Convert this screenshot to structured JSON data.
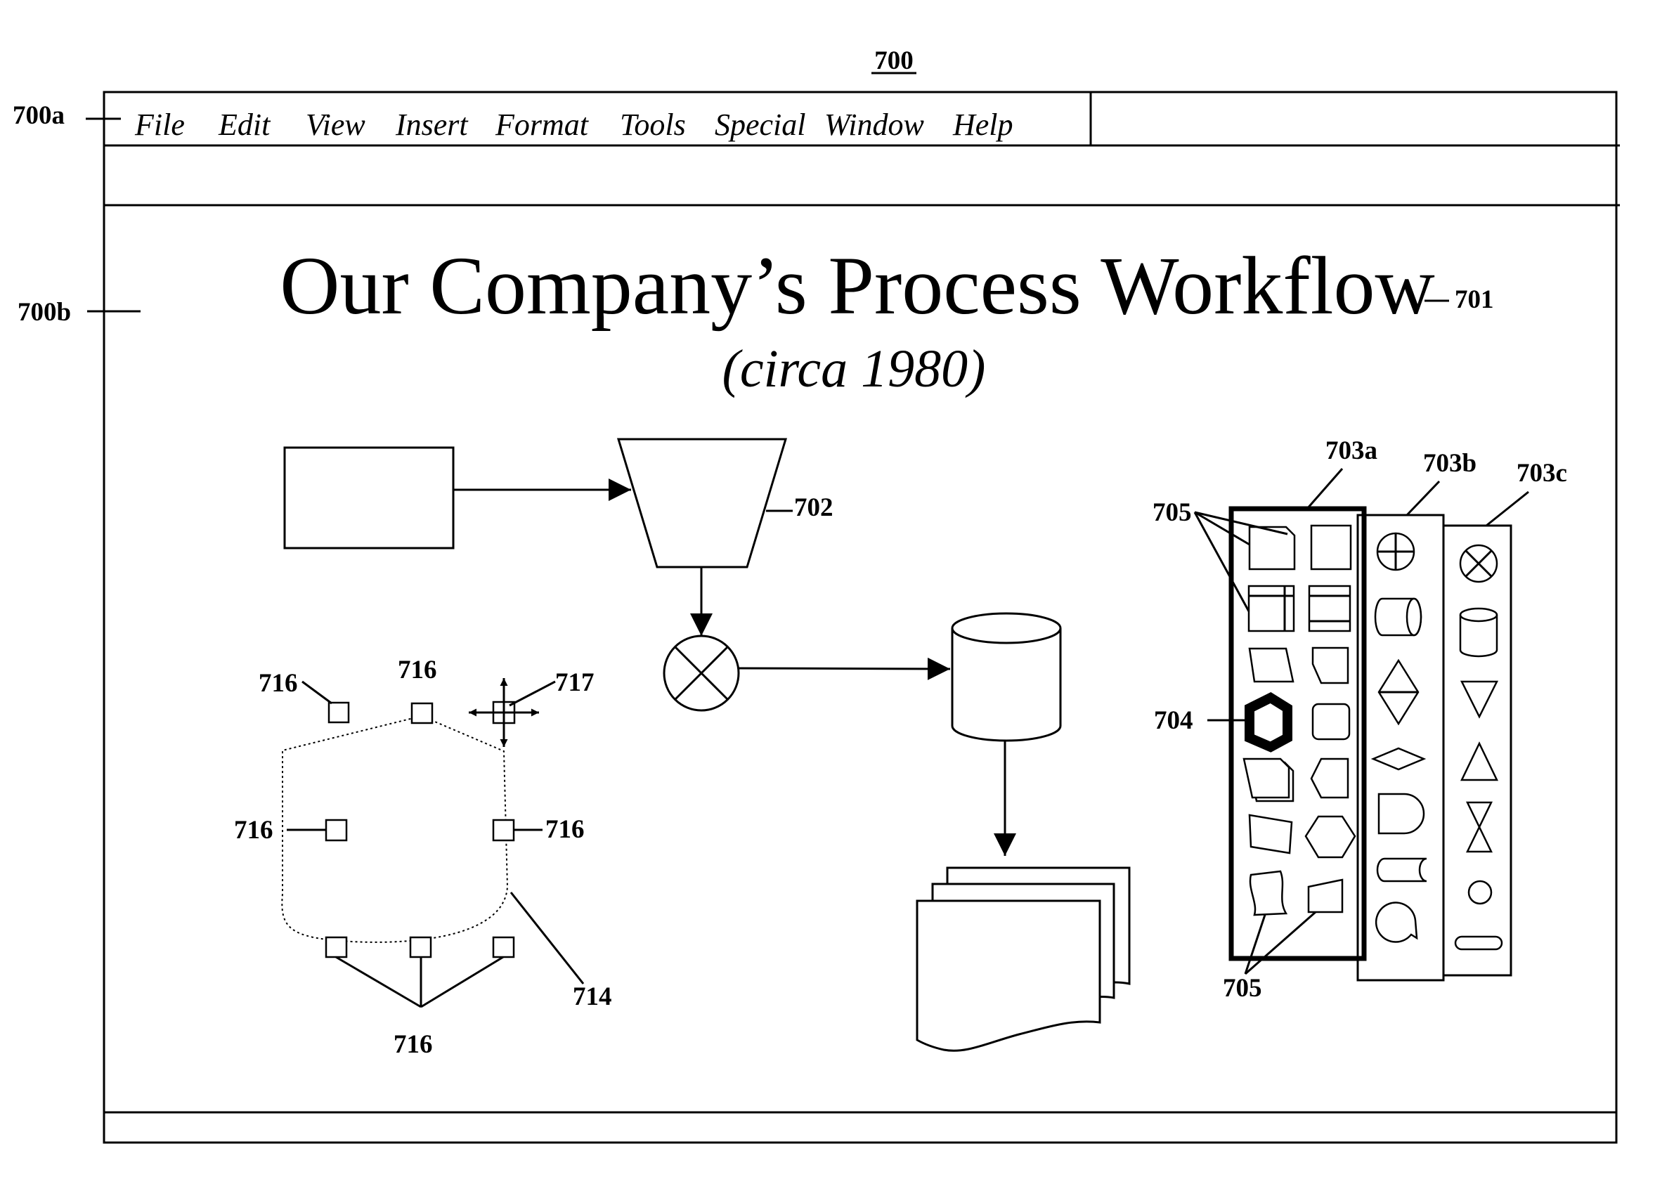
{
  "figure_label": "700",
  "refs": {
    "menubar": "700a",
    "canvas": "700b",
    "title": "701",
    "trapezoid": "702",
    "palette_a": "703a",
    "palette_b": "703b",
    "palette_c": "703c",
    "selected_shape": "704",
    "shapes_top": "705",
    "shapes_bottom": "705",
    "dotted_shape": "714",
    "handle_top_left": "716",
    "handle_top": "716",
    "handle_left": "716",
    "handle_right": "716",
    "handle_bottom": "716",
    "move_cursor": "717"
  },
  "menu": {
    "items": [
      "File",
      "Edit",
      "View",
      "Insert",
      "Format",
      "Tools",
      "Special",
      "Window",
      "Help"
    ]
  },
  "canvas": {
    "title": "Our Company’s Process Workflow",
    "subtitle": "(circa 1980)"
  },
  "icons": {
    "process": "rectangle-icon",
    "manual_operation": "trapezoid-icon",
    "summing_junction": "circle-x-icon",
    "database": "cylinder-icon",
    "documents": "multi-document-icon",
    "move": "move-cursor-icon"
  }
}
